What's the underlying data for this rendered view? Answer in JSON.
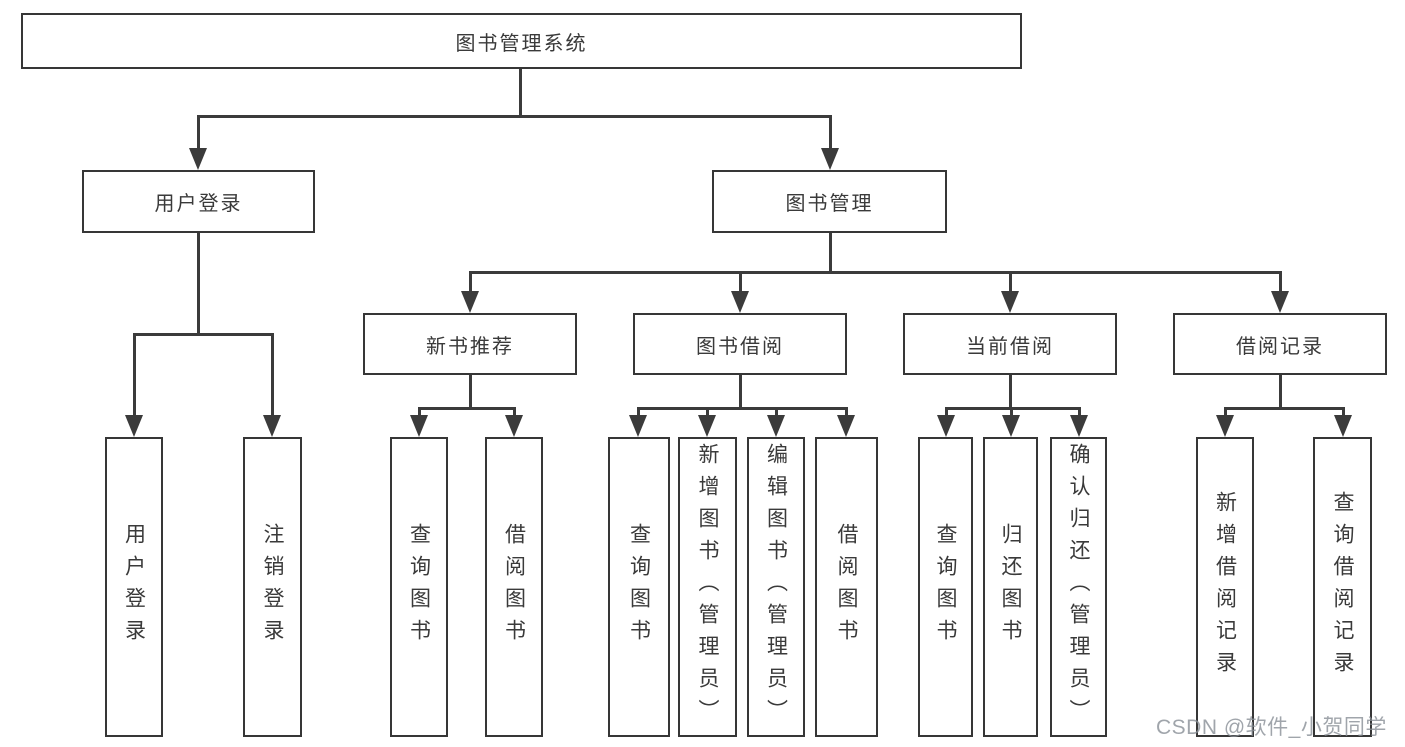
{
  "root": {
    "label": "图书管理系统"
  },
  "level2": {
    "user_login": {
      "label": "用户登录"
    },
    "book_mgmt": {
      "label": "图书管理"
    }
  },
  "level3": {
    "new_books": {
      "label": "新书推荐"
    },
    "borrowing": {
      "label": "图书借阅"
    },
    "current": {
      "label": "当前借阅"
    },
    "records": {
      "label": "借阅记录"
    }
  },
  "leaves": {
    "user_login": [
      "用户登录",
      "注销登录"
    ],
    "new_books": [
      "查询图书",
      "借阅图书"
    ],
    "borrowing": [
      "查询图书",
      "新增图书（管理员）",
      "编辑图书（管理员）",
      "借阅图书"
    ],
    "current": [
      "查询图书",
      "归还图书",
      "确认归还（管理员）"
    ],
    "records": [
      "新增借阅记录",
      "查询借阅记录"
    ]
  },
  "watermark": {
    "text": "CSDN @软件_小贺同学"
  },
  "colors": {
    "line": "#3b3b3b",
    "box_border": "#363636",
    "text": "#3a3a3a"
  }
}
